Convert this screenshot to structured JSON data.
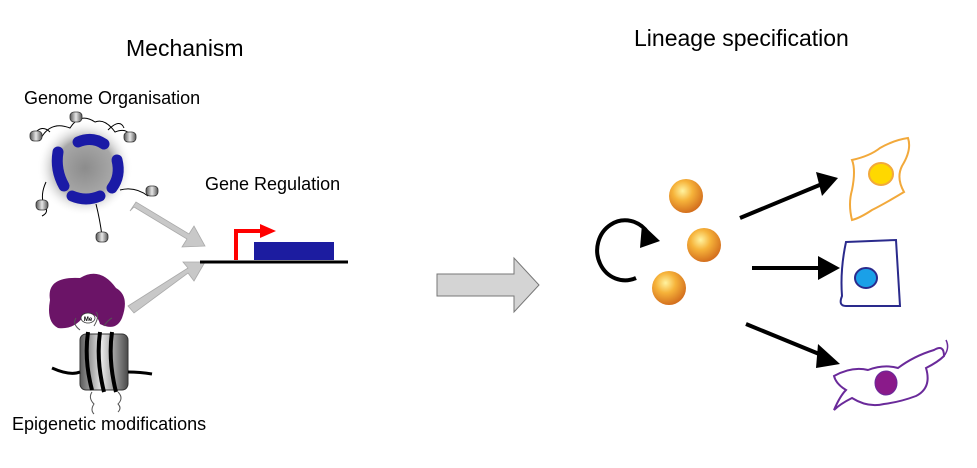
{
  "headings": {
    "mechanism": "Mechanism",
    "lineage": "Lineage specification"
  },
  "labels": {
    "genome": "Genome Organisation",
    "gene_regulation": "Gene Regulation",
    "epigenetic": "Epigenetic modifications",
    "methyl_mark": "Me"
  },
  "colors": {
    "chromatin_blue": "#1a1aa6",
    "nucleus_grey": "#9a9a9a",
    "promoter_red": "#ff0000",
    "gene_box": "#1c1ca0",
    "reader_purple": "#6b1467",
    "big_arrow_fill": "#d4d4d4",
    "stem_cell": "#f0a020",
    "cell_orange": "#f2a93b",
    "cell_blue": "#2a2a8c",
    "cell_blue_nucleus": "#1aa0e8",
    "cell_purple": "#6a2a9a",
    "cell_purple_nucleus": "#8a1a8a"
  }
}
